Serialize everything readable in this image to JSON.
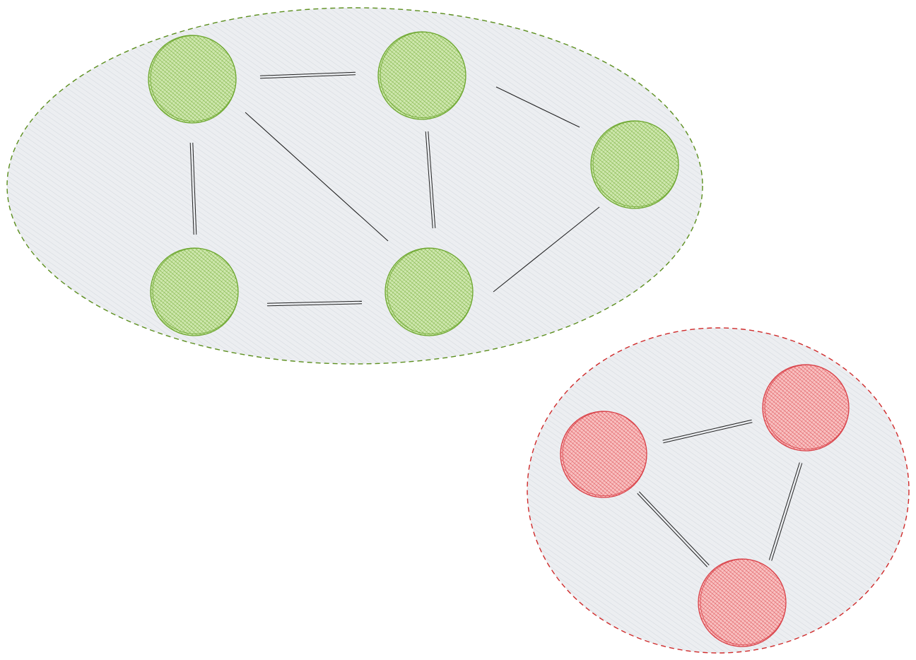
{
  "colors": {
    "background": "#ffffff",
    "group_fill": "#eceef1",
    "group_hatch": "#d5d9df",
    "green_border": "#5c8f1e",
    "green_fill": "#a6d36a",
    "green_stroke": "#6fa832",
    "red_border": "#d02b2b",
    "red_fill": "#f28c8c",
    "red_stroke": "#d9434a",
    "edge": "#222222"
  },
  "groups": [
    {
      "id": "green-cluster",
      "color": "green",
      "node_ids": [
        "g1",
        "g2",
        "g3",
        "g4",
        "g5"
      ]
    },
    {
      "id": "red-cluster",
      "color": "red",
      "node_ids": [
        "r1",
        "r2",
        "r3"
      ]
    }
  ],
  "nodes": [
    {
      "id": "g1",
      "color": "green"
    },
    {
      "id": "g2",
      "color": "green"
    },
    {
      "id": "g3",
      "color": "green"
    },
    {
      "id": "g4",
      "color": "green"
    },
    {
      "id": "g5",
      "color": "green"
    },
    {
      "id": "r1",
      "color": "red"
    },
    {
      "id": "r2",
      "color": "red"
    },
    {
      "id": "r3",
      "color": "red"
    }
  ],
  "edges": [
    {
      "from": "g1",
      "to": "g2",
      "style": "double"
    },
    {
      "from": "g1",
      "to": "g4",
      "style": "double"
    },
    {
      "from": "g1",
      "to": "g5",
      "style": "single"
    },
    {
      "from": "g2",
      "to": "g5",
      "style": "double"
    },
    {
      "from": "g2",
      "to": "g3",
      "style": "single"
    },
    {
      "from": "g4",
      "to": "g5",
      "style": "double"
    },
    {
      "from": "g5",
      "to": "g3",
      "style": "single"
    },
    {
      "from": "r1",
      "to": "r2",
      "style": "double"
    },
    {
      "from": "r1",
      "to": "r3",
      "style": "double"
    },
    {
      "from": "r2",
      "to": "r3",
      "style": "double"
    }
  ]
}
